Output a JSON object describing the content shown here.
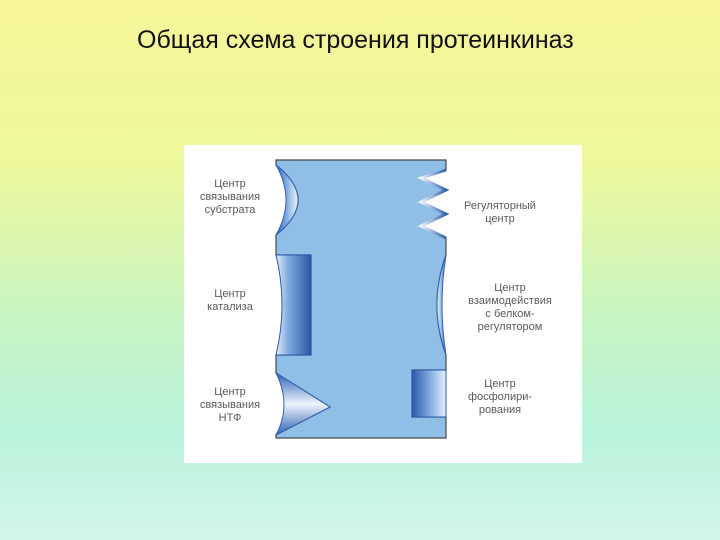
{
  "slide": {
    "title": "Общая схема строения протеинкиназ"
  },
  "diagram": {
    "left_labels": [
      {
        "id": "substrate",
        "lines": [
          "Центр",
          "связывания",
          "субстрата"
        ]
      },
      {
        "id": "catalysis",
        "lines": [
          "Центр",
          "катализа"
        ]
      },
      {
        "id": "ntp",
        "lines": [
          "Центр",
          "связывания",
          "НТФ"
        ]
      }
    ],
    "right_labels": [
      {
        "id": "regulatory",
        "lines": [
          "Регуляторный",
          "центр"
        ]
      },
      {
        "id": "interaction",
        "lines": [
          "Центр",
          "взаимодействия",
          "с белком-",
          "регулятором"
        ]
      },
      {
        "id": "phosphorylation",
        "lines": [
          "Центр",
          "фосфолири-",
          "рования"
        ]
      }
    ],
    "colors": {
      "body": "#8fbfe6",
      "site_dark": "#2f62b5",
      "site_light": "#e6f0fb",
      "label": "#5a5a5a"
    }
  }
}
